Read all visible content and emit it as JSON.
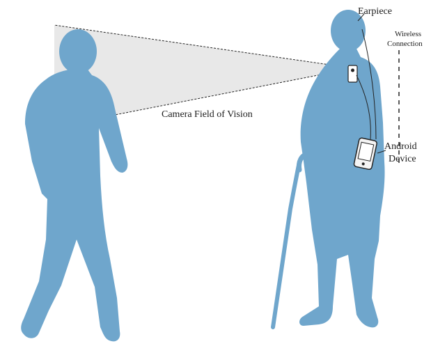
{
  "colors": {
    "figure": "#6fa6cc",
    "figure_outline": "#5a8fb5",
    "field_of_vision_fill": "#e8e8e8",
    "line": "#222222",
    "background": "#ffffff"
  },
  "labels": {
    "camera_field": "Camera Field of Vision",
    "earpiece": "Earpiece",
    "wireless_line1": "Wireless",
    "wireless_line2": "Connection",
    "android_line1": "Android",
    "android_line2": "Device"
  },
  "icons": {
    "camera": "camera-icon",
    "phone": "android-device-icon"
  }
}
